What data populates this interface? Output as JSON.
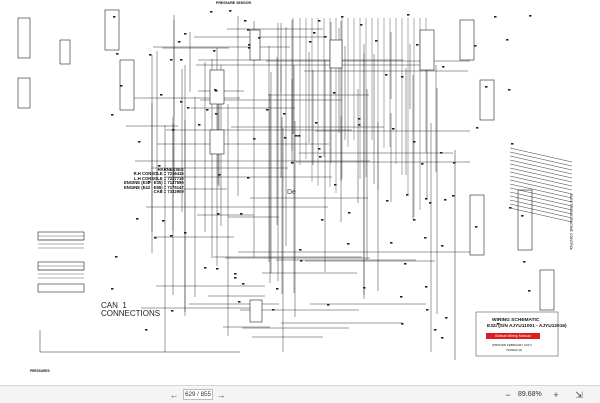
{
  "document": {
    "labels": {
      "harnesses": "HARNESSES\nR.H CONSOLE = 7216416\nL.H CONSOLE = 7217716\nENGINE (E32 - E35) = 7147599\nENGINE (E42 - E55) = 7175147\nCAB = 7322909",
      "can": "CAN  1\nCONNECTIONS",
      "title_line1": "WIRING SCHEMATIC",
      "title_line2": "E32i (S/N AJYU11001 - AJYU12016)",
      "title_red": "Bobcat Wiring Manual",
      "printed": "(PRINTED FEBRUARY 2017)",
      "doc_number": "7220622 (0)",
      "pressure": "PRESSURE SENSOR",
      "de": "De",
      "corner": "PRESSURES",
      "vertical": "ELECTRONIC ENGINE CONTROL"
    }
  },
  "viewer": {
    "page_display": "629 / 855",
    "zoom_display": "89.68%",
    "icons": {
      "prev": "arrow-left-icon",
      "next": "arrow-right-icon",
      "zoom_out": "minus-icon",
      "zoom_in": "plus-icon",
      "fit": "fit-to-width-icon"
    }
  }
}
